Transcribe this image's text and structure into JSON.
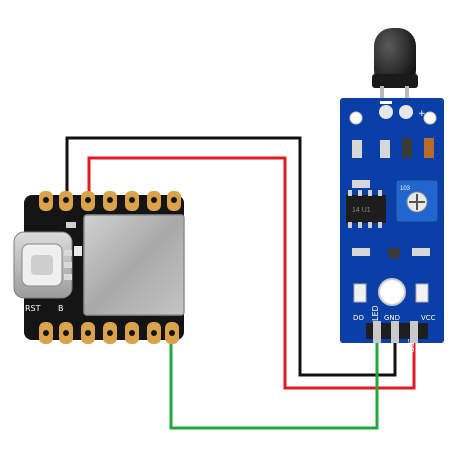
{
  "board": {
    "silkscreen_left": "RST",
    "silkscreen_right": "B"
  },
  "sensor": {
    "pin_labels": [
      "DO",
      "GND",
      "VCC"
    ],
    "side_labels": [
      "D-LED",
      "P-LED"
    ],
    "chip_code": "14 U1",
    "pot_code": "103"
  },
  "colors": {
    "wire_black": "#111111",
    "wire_red": "#e01b24",
    "wire_green": "#21a83c",
    "sensor_pcb": "#0b3fa8",
    "board_pcb": "#141414",
    "shield": "#b9b9b9",
    "pin_gold": "#d9a24b"
  }
}
